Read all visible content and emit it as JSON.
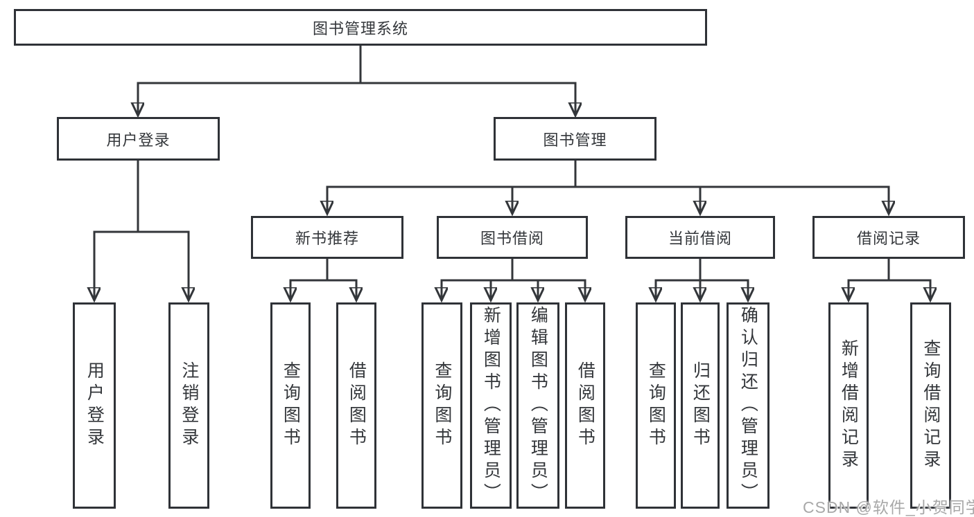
{
  "tree": {
    "root": {
      "label": "图书管理系统"
    },
    "children": [
      {
        "label": "用户登录",
        "children": [
          {
            "label": "用户登录"
          },
          {
            "label": "注销登录"
          }
        ]
      },
      {
        "label": "图书管理",
        "children": [
          {
            "label": "新书推荐",
            "children": [
              {
                "label": "查询图书"
              },
              {
                "label": "借阅图书"
              }
            ]
          },
          {
            "label": "图书借阅",
            "children": [
              {
                "label": "查询图书"
              },
              {
                "label": "新增图书（管理员）"
              },
              {
                "label": "编辑图书（管理员）"
              },
              {
                "label": "借阅图书"
              }
            ]
          },
          {
            "label": "当前借阅",
            "children": [
              {
                "label": "查询图书"
              },
              {
                "label": "归还图书"
              },
              {
                "label": "确认归还（管理员）"
              }
            ]
          },
          {
            "label": "借阅记录",
            "children": [
              {
                "label": "新增借阅记录"
              },
              {
                "label": "查询借阅记录"
              }
            ]
          }
        ]
      }
    ]
  },
  "watermark": "CSDN @软件_小贺同学",
  "colors": {
    "line": "#33363a",
    "box_border": "#2f3237",
    "text": "#33363a",
    "watermark": "#a8a8a8",
    "background": "#ffffff"
  }
}
